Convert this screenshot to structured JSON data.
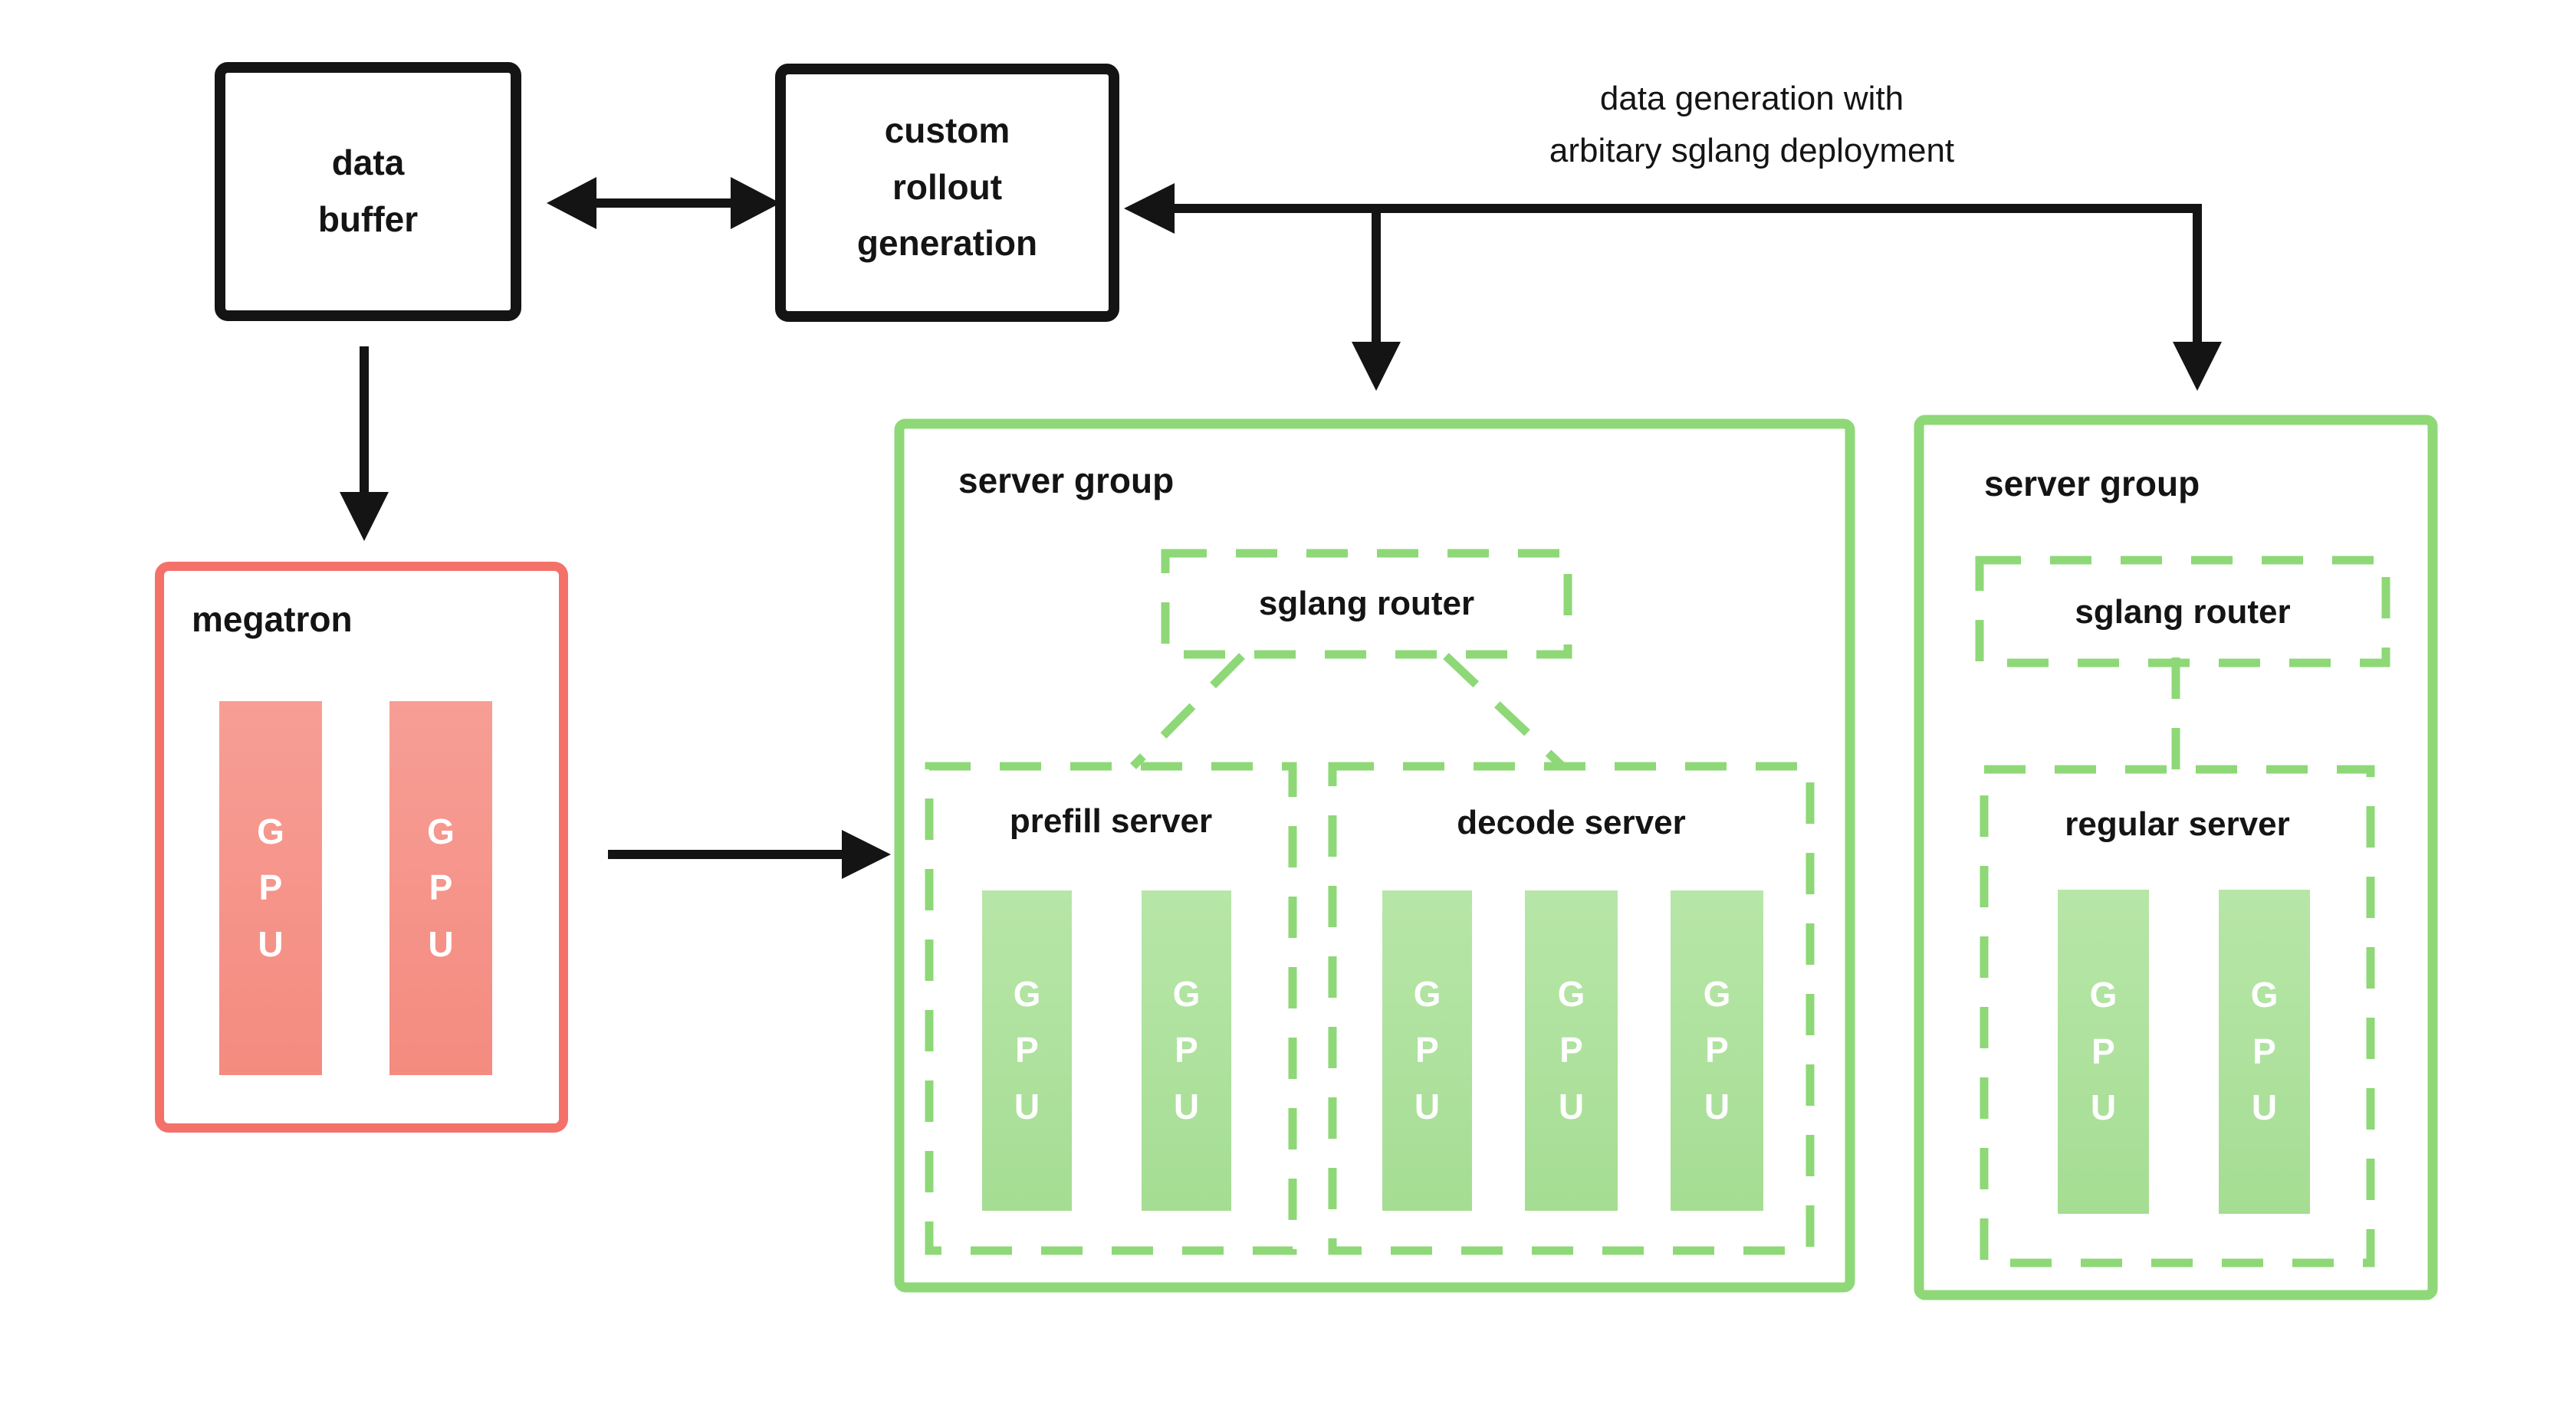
{
  "colors": {
    "background": "#ffffff",
    "black": "#141414",
    "text": "#141414",
    "red": "#f4716a",
    "red_gpu_top": "#f79e95",
    "red_gpu_bottom": "#f48b80",
    "green": "#8ed877",
    "green_gpu_top": "#b7e6a8",
    "green_gpu_bottom": "#a5dd93",
    "gpu_text": "#ffffff"
  },
  "annotation": {
    "text": "data generation with\narbitary sglang deployment"
  },
  "nodes": {
    "data_buffer": {
      "label": "data\nbuffer"
    },
    "custom_rollout": {
      "label": "custom\nrollout\ngeneration"
    },
    "megatron": {
      "label": "megatron"
    },
    "server_group_left": {
      "label": "server group"
    },
    "server_group_right": {
      "label": "server group"
    },
    "sglang_router_left": {
      "label": "sglang router"
    },
    "sglang_router_right": {
      "label": "sglang router"
    },
    "prefill_server": {
      "label": "prefill server"
    },
    "decode_server": {
      "label": "decode server"
    },
    "regular_server": {
      "label": "regular server"
    }
  },
  "gpu": {
    "label": "G\nP\nU",
    "counts": {
      "megatron": 2,
      "prefill_server": 2,
      "decode_server": 3,
      "regular_server": 2
    }
  }
}
